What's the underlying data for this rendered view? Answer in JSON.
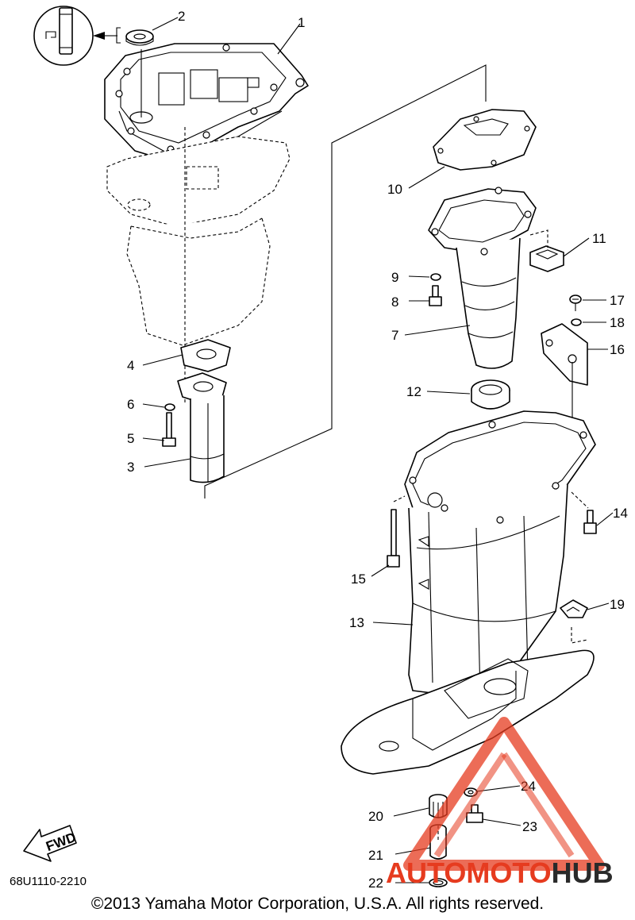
{
  "callouts": [
    {
      "id": "2",
      "text": "2"
    },
    {
      "id": "1",
      "text": "1"
    },
    {
      "id": "10",
      "text": "10"
    },
    {
      "id": "11",
      "text": "11"
    },
    {
      "id": "9",
      "text": "9"
    },
    {
      "id": "8",
      "text": "8"
    },
    {
      "id": "17",
      "text": "17"
    },
    {
      "id": "18",
      "text": "18"
    },
    {
      "id": "7",
      "text": "7"
    },
    {
      "id": "16",
      "text": "16"
    },
    {
      "id": "4",
      "text": "4"
    },
    {
      "id": "12",
      "text": "12"
    },
    {
      "id": "6",
      "text": "6"
    },
    {
      "id": "5",
      "text": "5"
    },
    {
      "id": "3",
      "text": "3"
    },
    {
      "id": "14",
      "text": "14"
    },
    {
      "id": "15",
      "text": "15"
    },
    {
      "id": "19",
      "text": "19"
    },
    {
      "id": "13",
      "text": "13"
    },
    {
      "id": "24",
      "text": "24"
    },
    {
      "id": "20",
      "text": "20"
    },
    {
      "id": "23",
      "text": "23"
    },
    {
      "id": "21",
      "text": "21"
    },
    {
      "id": "22",
      "text": "22"
    }
  ],
  "fwd_label": "FWD",
  "diagram_code": "68U1110-2210",
  "copyright": "©2013 Yamaha Motor Corporation, U.S.A. All rights reserved.",
  "watermark": {
    "part1": "AUTOMOTO",
    "part2": "HUB",
    "accent": "#e63b1f",
    "dark": "#2a2a2a"
  },
  "icons": {
    "sealant": "grease-tube-icon",
    "fwd": "forward-arrow-icon"
  }
}
